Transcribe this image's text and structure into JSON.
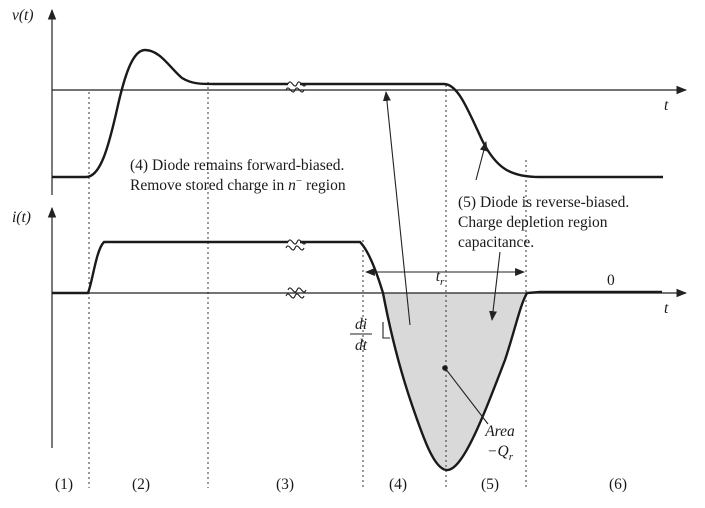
{
  "v_axis": {
    "label": "v(t)",
    "t_label": "t"
  },
  "i_axis": {
    "label": "i(t)",
    "t_label": "t"
  },
  "annotations": {
    "a4_line1": "(4) Diode remains forward-biased.",
    "a4_line2_pre": "Remove stored charge in ",
    "a4_n": "n",
    "a4_sup": "−",
    "a4_line2_post": " region",
    "a5_line1": "(5) Diode is reverse-biased.",
    "a5_line2": "Charge depletion region",
    "a5_line3": "capacitance.",
    "tr": "t",
    "tr_sub": "r",
    "zero": "0",
    "didt_num": "di",
    "didt_den": "dt",
    "area_line1": "Area",
    "area_line2": "−Q",
    "area_sub": "r"
  },
  "intervals": [
    "(1)",
    "(2)",
    "(3)",
    "(4)",
    "(5)",
    "(6)"
  ],
  "colors": {
    "shade": "#d9d9d9",
    "ink": "#1a1a1a"
  }
}
